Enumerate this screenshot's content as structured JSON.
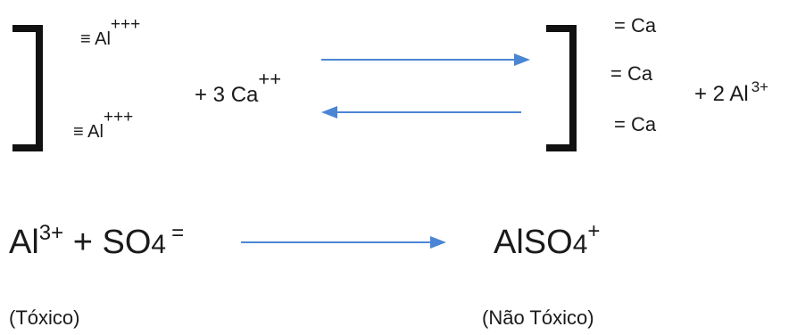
{
  "reaction1": {
    "left_site_top": {
      "bond": "≡ Al",
      "charge": "+++"
    },
    "left_site_bottom": {
      "bond": "≡ Al",
      "charge": "+++"
    },
    "reactant": {
      "text": "+ 3 Ca",
      "charge": "++"
    },
    "right_site_1": "= Ca",
    "right_site_2": "= Ca",
    "right_site_3": "= Ca",
    "product": {
      "text": "+ 2 Al",
      "charge": "3+"
    }
  },
  "reaction2": {
    "reactant_al": "Al",
    "reactant_al_charge": "3+",
    "plus": "+",
    "sulfate": "SO",
    "sulfate_subscript": "4",
    "sulfate_charge": "=",
    "product": "AlSO",
    "product_subscript": "4",
    "product_charge": "+",
    "label_left": "(Tóxico)",
    "label_right": "(Não Tóxico)"
  },
  "colors": {
    "arrow": "#4a86d4",
    "bracket": "#111111",
    "text": "#1a1a1a"
  }
}
